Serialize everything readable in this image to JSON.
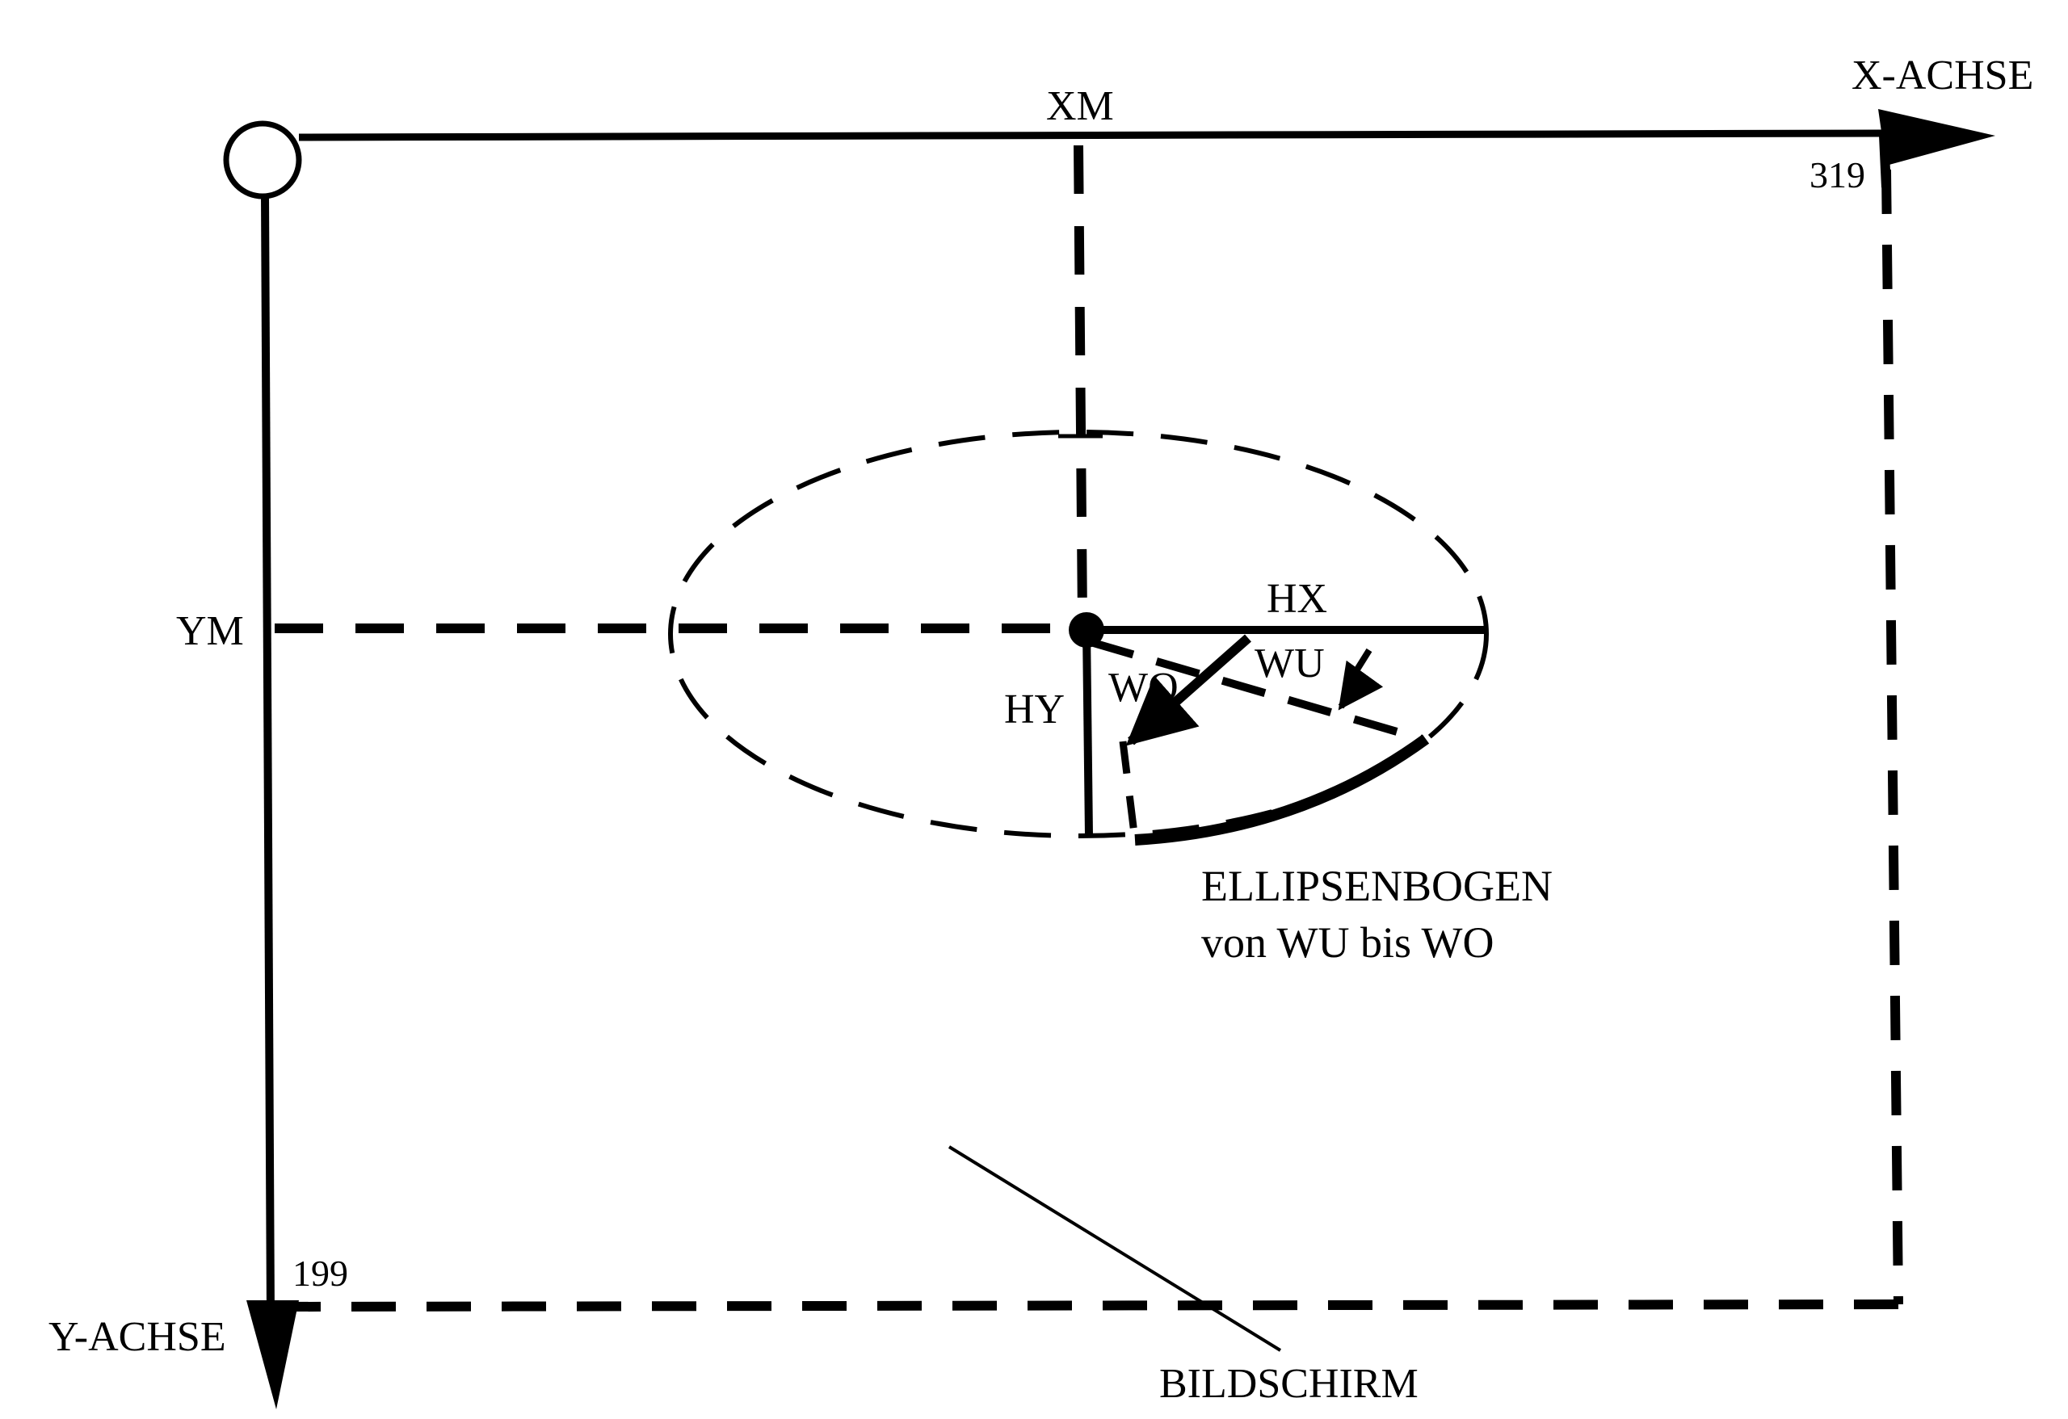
{
  "labels": {
    "x_axis": "X-ACHSE",
    "y_axis": "Y-ACHSE",
    "xm": "XM",
    "ym": "YM",
    "x_max": "319",
    "y_max": "199",
    "hx": "HX",
    "hy": "HY",
    "wu": "WU",
    "wo": "WO",
    "caption_line1": "ELLIPSENBOGEN",
    "caption_line2": "von WU bis WO",
    "screen": "BILDSCHIRM"
  },
  "colors": {
    "ink": "#000000",
    "paper": "#ffffff"
  }
}
